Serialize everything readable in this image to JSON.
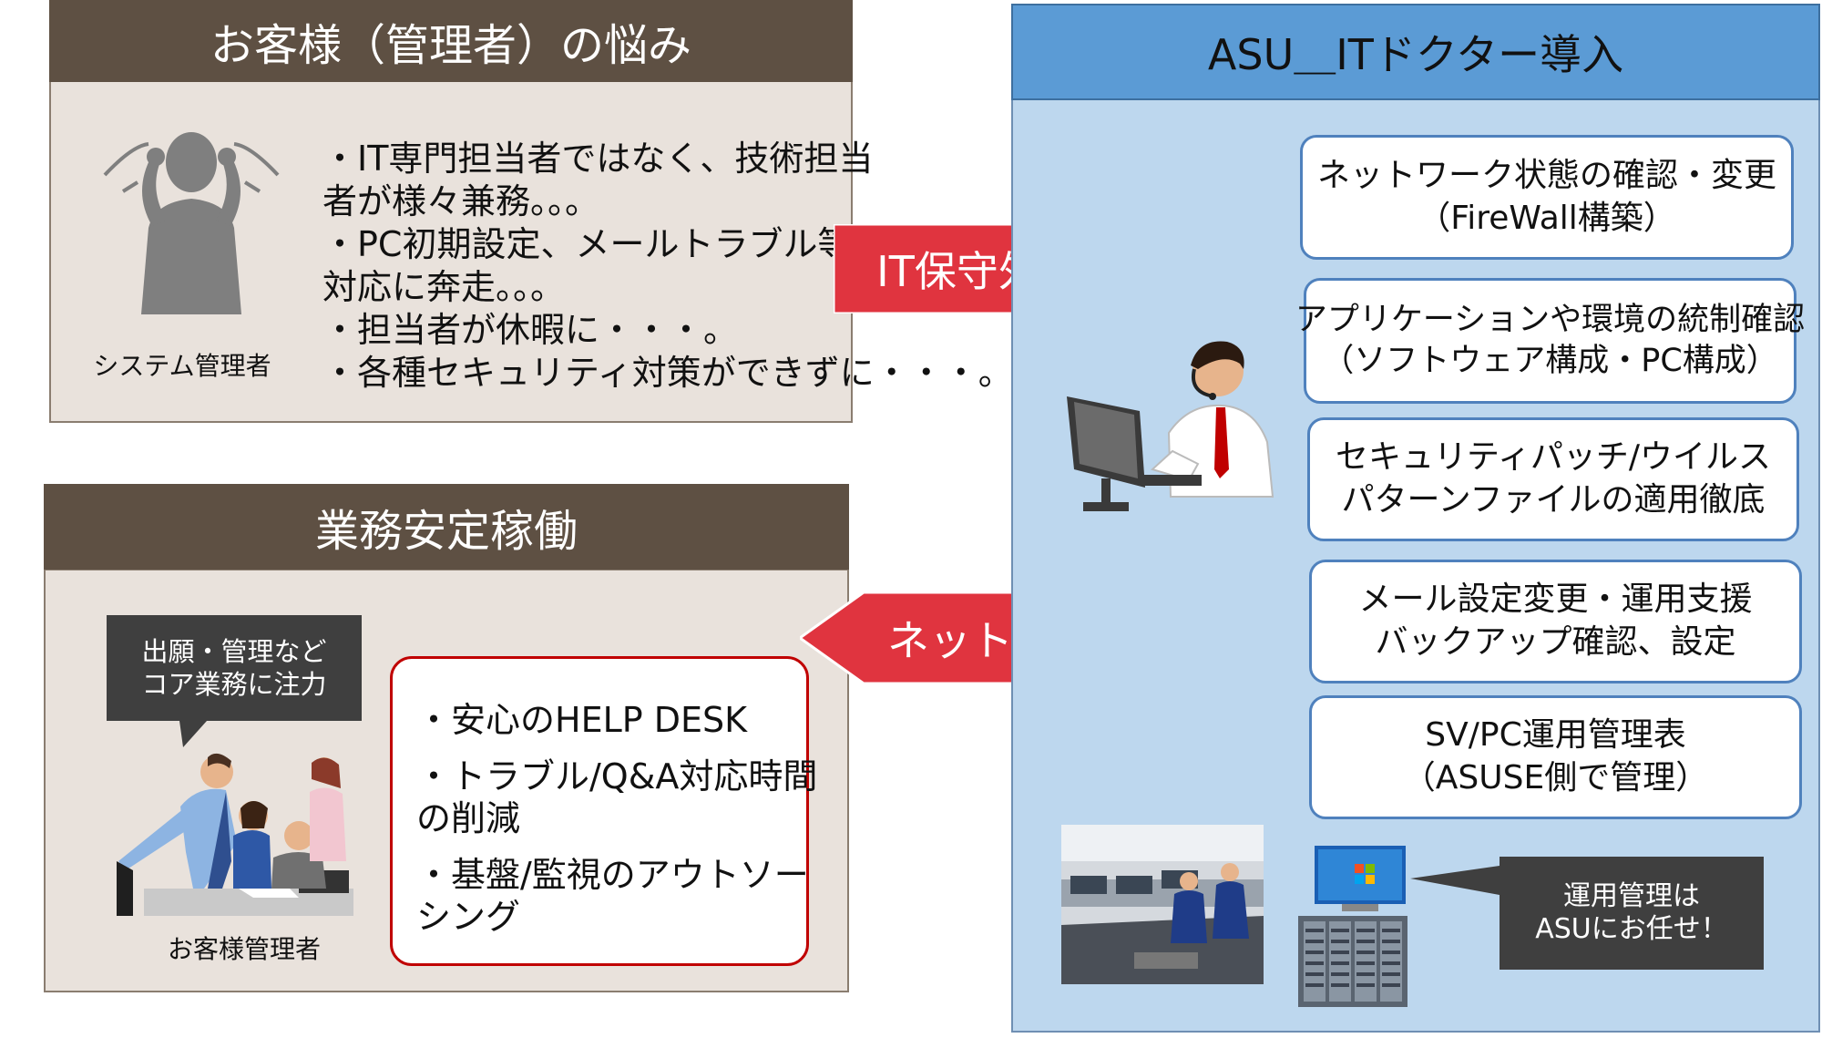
{
  "left_top": {
    "title": "お客様（管理者）の悩み",
    "figure_label": "システム管理者",
    "bullets": [
      "・IT専門担当者ではなく、技術担当",
      "者が様々兼務。。。",
      "・PC初期設定、メールトラブル等の",
      "対応に奔走。。。",
      "・担当者が休暇に・・・。",
      "・各種セキュリティ対策ができずに・・・。"
    ]
  },
  "left_bottom": {
    "title": "業務安定稼働",
    "callout_lines": [
      "出願・管理など",
      "コア業務に注力"
    ],
    "figure_label": "お客様管理者",
    "benefits": [
      "・安心のHELP DESK",
      "・トラブル/Q&A対応時間",
      "の削減",
      "・基盤/監視のアウトソー",
      "シング"
    ]
  },
  "arrows": {
    "to_right": "IT保守外注",
    "to_left": "ネットワーク保守"
  },
  "right": {
    "title": "ASU＿ITドクター導入",
    "services": [
      {
        "line1": "ネットワーク状態の確認・変更",
        "line2": "（FireWall構築）"
      },
      {
        "line1": "アプリケーションや環境の統制確認",
        "line2": "（ソフトウェア構成・PC構成）"
      },
      {
        "line1": "セキュリティパッチ/ウイルス",
        "line2": "パターンファイルの適用徹底"
      },
      {
        "line1": "メール設定変更・運用支援",
        "line2": "バックアップ確認、設定"
      },
      {
        "line1": "SV/PC運用管理表",
        "line2": "（ASUSE側で管理）"
      }
    ],
    "callout_lines": [
      "運用管理は",
      "ASUにお任せ！"
    ]
  },
  "colors": {
    "brown_header": "#5e5043",
    "beige_panel": "#e9e2dc",
    "blue_header": "#5b9bd5",
    "blue_panel": "#bdd7ee",
    "red_arrow": "#e0343f",
    "service_border": "#4f81bd",
    "callout": "#3f3f3f"
  }
}
